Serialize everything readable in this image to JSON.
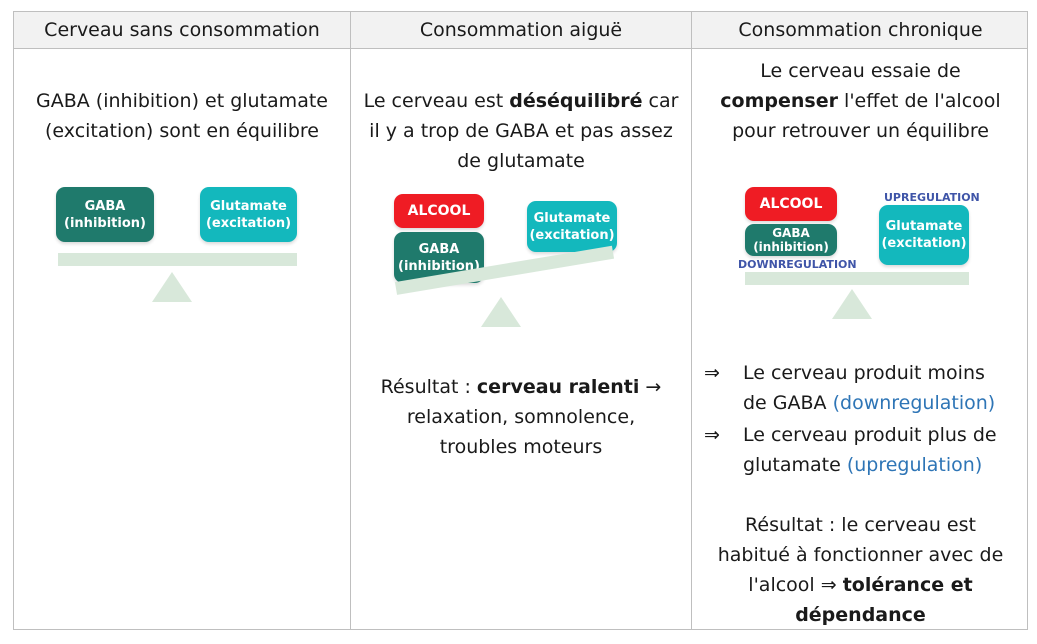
{
  "headers": [
    "Cerveau sans consommation",
    "Consommation aiguë",
    "Consommation chronique"
  ],
  "col1": {
    "description": [
      "GABA (inhibition) et glutamate",
      "(excitation) sont en équilibre"
    ],
    "gaba_box": [
      "GABA",
      "(inhibition)"
    ],
    "glutamate_box": [
      "Glutamate",
      "(excitation)"
    ]
  },
  "col2": {
    "desc_pre": "Le cerveau est ",
    "desc_bold": "déséquilibré",
    "desc_post_line1": " car",
    "desc_line2": "il y a trop de GABA et pas assez",
    "desc_line3": "de glutamate",
    "alcool_box": "ALCOOL",
    "gaba_box": [
      "GABA",
      "(inhibition)"
    ],
    "glutamate_box": [
      "Glutamate",
      "(excitation)"
    ],
    "result_pre": "Résultat : ",
    "result_bold": "cerveau ralenti",
    "result_arrow": " →",
    "result_line2": "relaxation, somnolence,",
    "result_line3": "troubles moteurs"
  },
  "col3": {
    "desc_line1": "Le cerveau essaie de",
    "desc_bold": "compenser",
    "desc_post": " l'effet de l'alcool",
    "desc_line3": "pour retrouver un équilibre",
    "alcool_box": "ALCOOL",
    "gaba_box": [
      "GABA",
      "(inhibition)"
    ],
    "glutamate_box": [
      "Glutamate",
      "(excitation)"
    ],
    "upregulation_tag": "UPREGULATION",
    "downregulation_tag": "DOWNREGULATION",
    "implies_symbol": "⇒",
    "point1_line1": "Le cerveau produit moins",
    "point1_line2_pre": "de GABA ",
    "point1_line2_blue": "(downregulation)",
    "point2_line1": "Le cerveau produit plus de",
    "point2_line2_pre": "glutamate ",
    "point2_line2_blue": "(upregulation)",
    "result_line1": "Résultat : le cerveau est",
    "result_line2": "habitué à fonctionner avec de",
    "result_line3_pre": "l'alcool ⇒ ",
    "result_line3_bold": "tolérance et",
    "result_line4_bold": "dépendance"
  },
  "colors": {
    "gaba": "#1f7a6c",
    "glutamate": "#13b8bd",
    "alcool": "#ef1c24",
    "scale": "#d8e8da",
    "regulation_tag": "#3f55a8",
    "blue_text": "#2e75b6"
  }
}
